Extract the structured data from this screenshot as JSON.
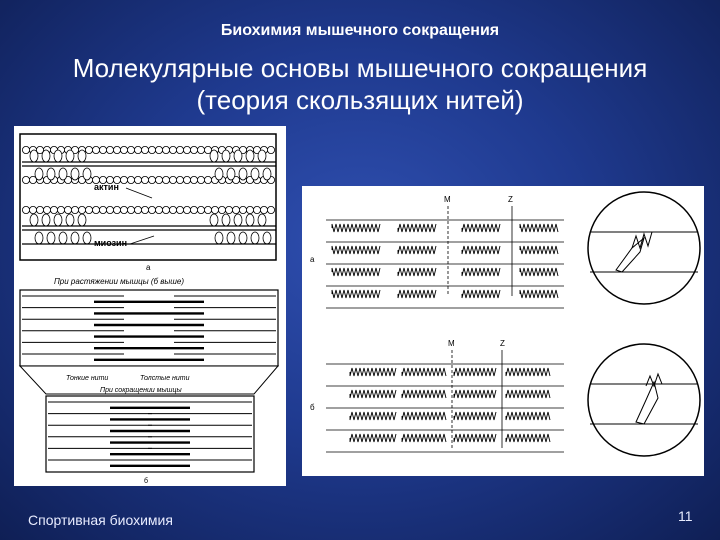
{
  "slide": {
    "header": "Биохимия мышечного сокращения",
    "title_line1": "Молекулярные основы мышечного сокращения",
    "title_line2": "(теория скользящих нитей)",
    "footer_text": "Спортивная биохимия",
    "page_number": "11"
  },
  "left_figure": {
    "label_actin": "актин",
    "label_myosin": "миозин",
    "caption_a": "а",
    "caption_stretch": "При растяжении мышцы (б выше)",
    "label_thin": "Тонкие нити",
    "label_thick": "Толстые нити",
    "caption_contract": "При сокращении мышцы",
    "caption_b": "б"
  },
  "right_figure": {
    "label_a": "а",
    "label_b": "б",
    "label_m_top": "M",
    "label_z_top": "Z",
    "label_m_bottom": "M",
    "label_z_bottom": "Z"
  }
}
